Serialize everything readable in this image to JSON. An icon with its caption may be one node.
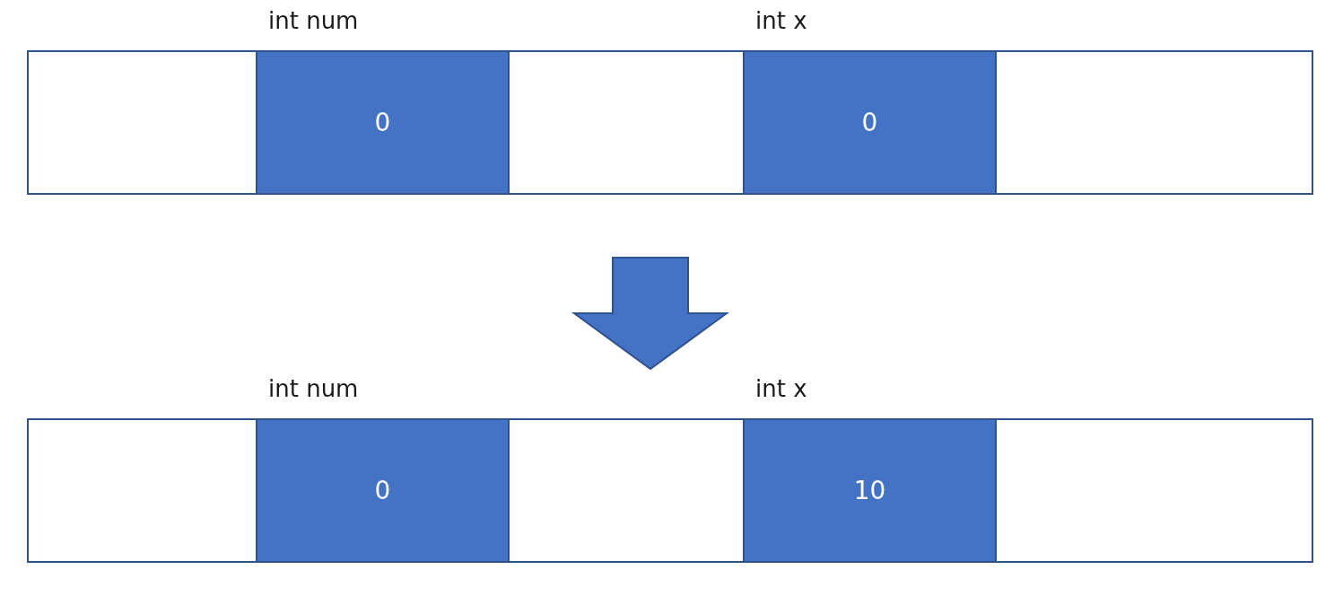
{
  "diagram": {
    "nodes": [
      {
        "text": [],
        "shape": "box"
      },
      {
        "text": [],
        "shape": "box",
        "in": 0
      },
      {
        "text": [
          "int num",
          "0"
        ],
        "in": 0
      },
      {
        "text": [],
        "shape": "box",
        "in": 0
      },
      {
        "text": [
          "int x",
          "0"
        ],
        "in": 0
      },
      {
        "text": [],
        "shape": "box",
        "in": 0
      },
      {
        "text": [],
        "shape": "box"
      },
      {
        "text": [],
        "shape": "box",
        "in": 6
      },
      {
        "text": [
          "int num",
          "0"
        ],
        "in": 6
      },
      {
        "text": [],
        "shape": "box",
        "in": 6
      },
      {
        "text": [
          "int x",
          "10"
        ],
        "in": 6
      },
      {
        "text": [],
        "shape": "box",
        "in": 6
      }
    ],
    "edges": [
      {
        "from": 0,
        "to": 6,
        "arrow": "to",
        "style": "thick"
      }
    ]
  }
}
